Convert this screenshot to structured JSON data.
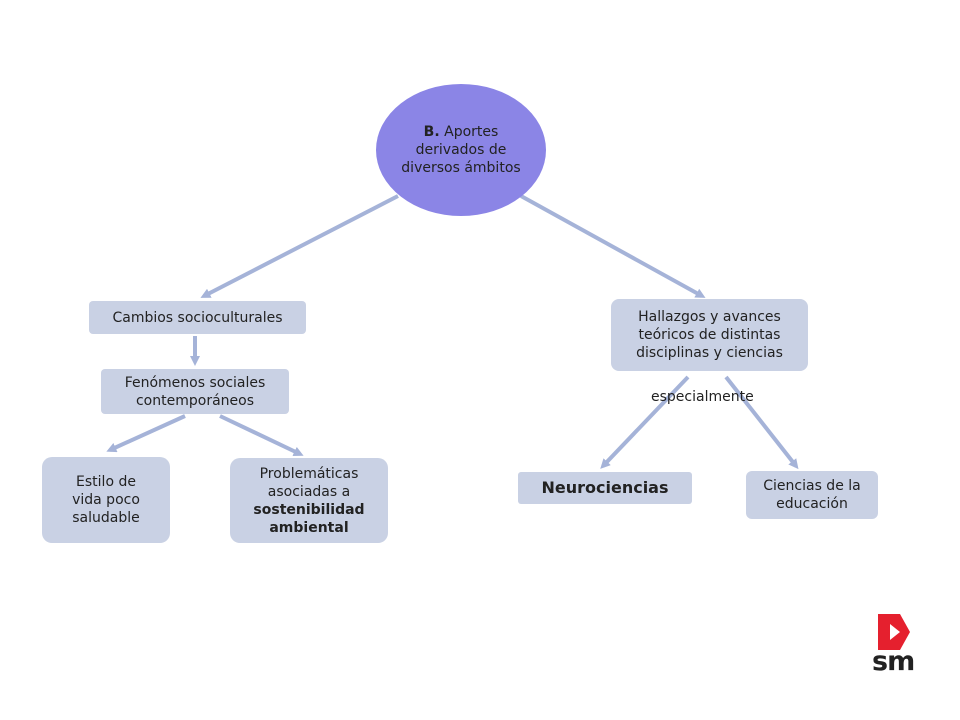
{
  "root": {
    "prefix": "B.",
    "text": "Aportes derivados de diversos ámbitos"
  },
  "nodes": {
    "cambios": "Cambios socioculturales",
    "fenomenos": "Fenómenos sociales contemporáneos",
    "estilo": "Estilo de vida poco saludable",
    "problematicas_a": "Problemáticas asociadas a",
    "problematicas_b": "sostenibilidad ambiental",
    "hallazgos": "Hallazgos y avances teóricos de distintas disciplinas y ciencias",
    "neuro": "Neurociencias",
    "ciencias": "Ciencias de la educación"
  },
  "edge_label": "especialmente",
  "logo": {
    "text": "sm",
    "color": "#e5202e"
  },
  "colors": {
    "root": "#8b85e6",
    "box": "#c9d1e4",
    "edge": "#a5b3d8"
  }
}
